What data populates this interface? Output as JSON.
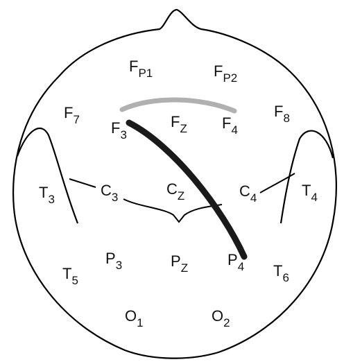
{
  "diagram": {
    "type": "eeg-10-20-electrode-map",
    "electrodes": [
      {
        "id": "fp1",
        "letter": "F",
        "sub": "P1"
      },
      {
        "id": "fp2",
        "letter": "F",
        "sub": "P2"
      },
      {
        "id": "f7",
        "letter": "F",
        "sub": "7"
      },
      {
        "id": "f3",
        "letter": "F",
        "sub": "3"
      },
      {
        "id": "fz",
        "letter": "F",
        "sub": "Z"
      },
      {
        "id": "f4",
        "letter": "F",
        "sub": "4"
      },
      {
        "id": "f8",
        "letter": "F",
        "sub": "8"
      },
      {
        "id": "t3",
        "letter": "T",
        "sub": "3"
      },
      {
        "id": "c3",
        "letter": "C",
        "sub": "3"
      },
      {
        "id": "cz",
        "letter": "C",
        "sub": "Z"
      },
      {
        "id": "c4",
        "letter": "C",
        "sub": "4"
      },
      {
        "id": "t4",
        "letter": "T",
        "sub": "4"
      },
      {
        "id": "t5",
        "letter": "T",
        "sub": "5"
      },
      {
        "id": "p3",
        "letter": "P",
        "sub": "3"
      },
      {
        "id": "pz",
        "letter": "P",
        "sub": "Z"
      },
      {
        "id": "p4",
        "letter": "P",
        "sub": "4"
      },
      {
        "id": "t6",
        "letter": "T",
        "sub": "6"
      },
      {
        "id": "o1",
        "letter": "O",
        "sub": "1"
      },
      {
        "id": "o2",
        "letter": "O",
        "sub": "2"
      }
    ],
    "connections": [
      {
        "from": "f3",
        "to": "f4",
        "color": "#b0b0b0",
        "style": "thick-gray-arc"
      },
      {
        "from": "f3",
        "to": "p4",
        "color": "#1a1a1a",
        "style": "thick-black-arc"
      }
    ],
    "colors": {
      "outline": "#000000",
      "label": "#111111",
      "arc_gray": "#b0b0b0",
      "arc_black": "#1a1a1a"
    }
  }
}
